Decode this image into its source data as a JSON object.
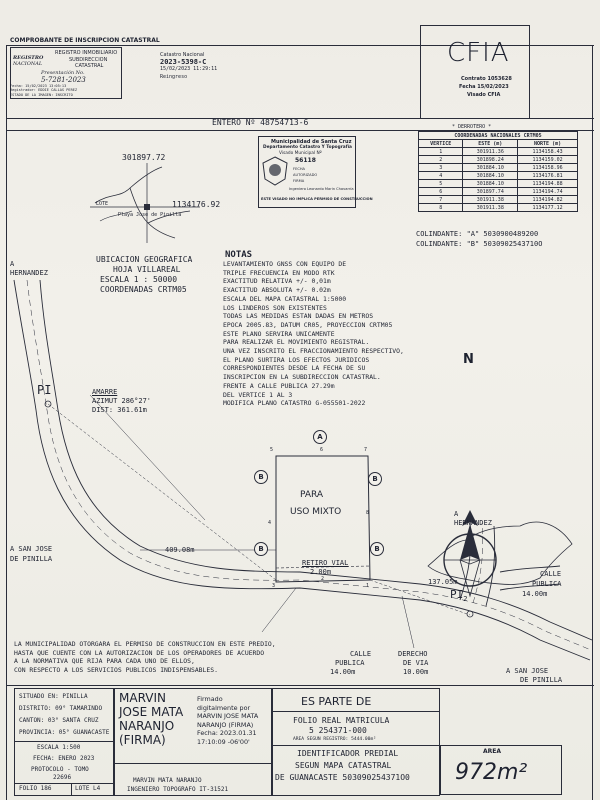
{
  "header": {
    "title": "COMPROBANTE DE INSCRIPCION CATASTRAL",
    "registry_name": "REGISTRO INMOBILIARIO",
    "registry_sub": "SUBDIRECCION",
    "registry_sub2": "CATASTRAL",
    "registro_label": "REGISTRO",
    "nacional_label": "NACIONAL",
    "presentacion_label": "Presentación No.",
    "presentacion_no": "5-7281-2023",
    "stamp_lines": [
      "Fecha: 15/02/2023 13:05:13",
      "Registrador: EDDIE CALLAS PEREZ",
      "ESTADO DE LA IMAGEN: INSCRITO"
    ],
    "catastro_label": "Catastro Nacional",
    "catastro_no": "2023-5398-C",
    "catastro_date": "15/02/2023 11:29:11",
    "catastro_user": "Reingreso",
    "cfia_logo": "CFIA",
    "contrato": "Contrato 1053628",
    "fecha_cfia": "Fecha 15/02/2023",
    "visado": "Visado CFIA"
  },
  "entero": "ENTERO Nº 48754713-6",
  "municipal_stamp": {
    "line1": "Municipalidad de Santa Cruz",
    "line2": "Departamento Catastro Y Topografía",
    "line3": "Visado Municipal Nº",
    "number": "56118",
    "small1": "FECHA",
    "small2": "AUTORIZADO",
    "small3": "FIRMA",
    "engineer": "Ingeniero Leonardo Marin Chavarría",
    "footer": "ESTE VISADO NO IMPLICA PERMISO DE CONSTRUCCION"
  },
  "location_map": {
    "coord_top": "301897.72",
    "coord_right": "1134176.92",
    "lote_label": "LOTE",
    "place": "Playa Jose de Pinilla"
  },
  "derrotero": {
    "title": "* DERROTERO *",
    "subtitle": "COORDENADAS NACIONALES CRTM05",
    "headers": [
      "VERTICE",
      "ESTE (m)",
      "NORTE (m)"
    ],
    "rows": [
      [
        "1",
        "301911.36",
        "1134158.43"
      ],
      [
        "2",
        "301898.24",
        "1134159.02"
      ],
      [
        "3",
        "301884.10",
        "1134158.96"
      ],
      [
        "4",
        "301884.10",
        "1134176.81"
      ],
      [
        "5",
        "301884.10",
        "1134194.88"
      ],
      [
        "6",
        "301897.74",
        "1134194.74"
      ],
      [
        "7",
        "301911.38",
        "1134194.82"
      ],
      [
        "8",
        "301911.38",
        "1134177.12"
      ]
    ]
  },
  "colindantes": {
    "a": "COLINDANTE: \"A\" 5030900489200",
    "b": "COLINDANTE: \"B\" 5030902543710O"
  },
  "ubicacion": {
    "line1": "UBICACION GEOGRAFICA",
    "line2": "HOJA VILLAREAL",
    "line3": "ESCALA 1 : 50000",
    "line4": "COORDENADAS CRTM05"
  },
  "notas": {
    "title": "NOTAS",
    "lines": [
      "LEVANTAMIENTO GNSS CON EQUIPO DE",
      "TRIPLE FRECUENCIA EN MODO RTK",
      "EXACTITUD RELATIVA +/- 0,01m",
      "EXACTITUD ABSOLUTA +/- 0.02m",
      "ESCALA DEL MAPA CATASTRAL 1:5000",
      "LOS LINDEROS SON EXISTENTES",
      "TODAS LAS MEDIDAS ESTAN DADAS EN METROS",
      "EPOCA 2005.83, DATUM CR05, PROYECCION CRTM05",
      "ESTE PLANO SERVIRA UNICAMENTE",
      "PARA REALIZAR EL MOVIMIENTO REGISTRAL.",
      "UNA VEZ INSCRITO EL FRACCIONAMIENTO RESPECTIVO,",
      "EL PLANO SURTIRA LOS EFECTOS JURIDICOS",
      "CORRESPONDIENTES DESDE LA FECHA DE SU",
      "INSCRIPCION EN LA SUBDIRECCION CATASTRAL.",
      "FRENTE A CALLE PUBLICA 27.29m",
      "DEL VERTICE 1 AL 3",
      "MODIFICA PLANO CATASTRO G-055501-2022"
    ]
  },
  "drawing": {
    "a_hernandez_left": "A\nHERNANDEZ",
    "a_hernandez_right": "A\nHERNANDEZ",
    "pi1": "PI",
    "amarre": "AMARRE",
    "azimut": "AZIMUT 286°27'",
    "dist": "DIST: 361.61m",
    "dim_409": "409.08m",
    "san_jose_left_1": "A SAN JOSE",
    "san_jose_left_2": "DE PINILLA",
    "lot_label_1": "PARA",
    "lot_label_2": "USO MIXTO",
    "retiro_vial": "RETIRO VIAL",
    "retiro_dist": "2.00m",
    "dim_137": "137.05m",
    "pi2": "PI",
    "pi2_sub": "2",
    "calle_publica_r1": "CALLE",
    "calle_publica_r2": "PUBLICA",
    "calle_publica_r3": "14.00m",
    "calle_bottom_1": "CALLE",
    "calle_bottom_2": "PUBLICA",
    "calle_bottom_3": "14.00m",
    "derecho_1": "DERECHO",
    "derecho_2": "DE VIA",
    "derecho_3": "10.00m",
    "san_jose_right_1": "A SAN JOSE",
    "san_jose_right_2": "DE PINILLA",
    "vertex_labels": [
      "1",
      "2",
      "3",
      "4",
      "5",
      "6",
      "7",
      "8"
    ],
    "colindante_letter_a": "A",
    "colindante_letter_b": "B",
    "north": "N"
  },
  "municipal_note": [
    "LA MUNICIPALIDAD OTORGARA EL PERMISO DE CONSTRUCCION EN ESTE PREDIO,",
    "HASTA QUE CUENTE CON LA AUTORIZACION DE LOS OPERADORES DE ACUERDO",
    "A LA NORMATIVA QUE RIJA PARA CADA UNO DE ELLOS,",
    "CON RESPECTO A LOS SERVICIOS PUBLICOS INDISPENSABLES."
  ],
  "title_block": {
    "situado": "SITUADO EN: PINILLA",
    "distrito": "DISTRITO: 09° TAMARINDO",
    "canton": "CANTON: 03° SANTA CRUZ",
    "provincia": "PROVINCIA: 05° GUANACASTE",
    "escala": "ESCALA 1:500",
    "fecha": "FECHA: ENERO 2023",
    "protocolo": "PROTOCOLO - TOMO",
    "protocolo_no": "22696",
    "folio": "FOLIO 186",
    "lote": "LOTE L4",
    "signer_big": [
      "MARVIN",
      "JOSE MATA",
      "NARANJO",
      "(FIRMA)"
    ],
    "signed_label": "Firmado",
    "signed_digital": "digitalmente por",
    "signer_small_1": "MARVIN JOSE MATA",
    "signer_small_2": "NARANJO (FIRMA)",
    "signed_date": "Fecha: 2023.01.31",
    "signed_time": "17:10:09 -06'00'",
    "engineer_name": "MARVIN MATA NARANJO",
    "engineer_title": "INGENIERO TOPOGRAFO IT-31521",
    "es_parte": "ES PARTE DE",
    "folio_real": "FOLIO REAL MATRICULA",
    "matricula": "5 254371-000",
    "area_registro": "AREA SEGUN REGISTRO: 5444.00m²",
    "identificador_1": "IDENTIFICADOR PREDIAL",
    "identificador_2": "SEGUN MAPA CATASTRAL",
    "identificador_3": "DE GUANACASTE 503090254371O0",
    "area_label": "AREA",
    "area_value": "972m²"
  }
}
